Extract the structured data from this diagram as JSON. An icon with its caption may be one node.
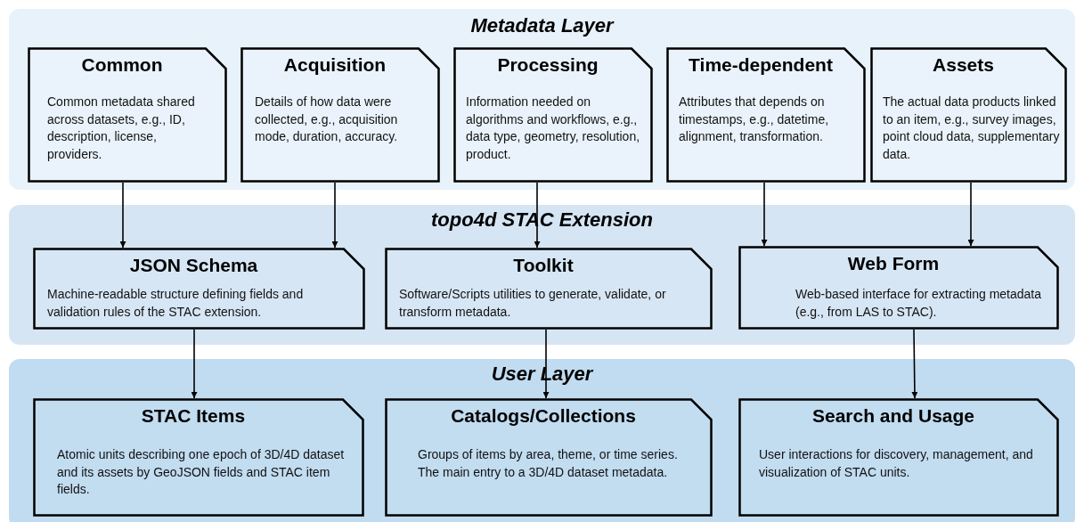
{
  "diagram": {
    "nodes": [
      {
        "text": [
          "Metadata Layer"
        ]
      },
      {
        "text": [
          "Common",
          "Common metadata shared across datasets, e.g., ID, description, license, providers."
        ],
        "in": 0
      },
      {
        "text": [
          "Acquisition",
          "Details of how data were collected, e.g., acquisition mode, duration, accuracy."
        ],
        "in": 0
      },
      {
        "text": [
          "Processing",
          "Information needed on algorithms and workflows, e.g., data type, geometry, resolution, product."
        ],
        "in": 0
      },
      {
        "text": [
          "Time-dependent",
          "Attributes that depends on timestamps, e.g., datetime, alignment, transformation."
        ],
        "in": 0
      },
      {
        "text": [
          "Assets",
          "The actual data products linked to an item, e.g., survey images, point cloud data, supplementary data."
        ],
        "in": 0
      },
      {
        "text": [
          "topo4d STAC Extension"
        ]
      },
      {
        "text": [
          "JSON Schema",
          "Machine-readable structure defining fields and validation rules of the STAC extension."
        ],
        "in": 6
      },
      {
        "text": [
          "Toolkit",
          "Software/Scripts utilities to generate, validate, or transform metadata."
        ],
        "in": 6
      },
      {
        "text": [
          "Web Form",
          "Web-based interface for extracting metadata (e.g., from LAS to STAC)."
        ],
        "in": 6
      },
      {
        "text": [
          "User Layer"
        ]
      },
      {
        "text": [
          "STAC Items",
          "Atomic units describing one epoch of 3D/4D dataset and its assets by GeoJSON fields and STAC item fields."
        ],
        "in": 10
      },
      {
        "text": [
          "Catalogs/Collections",
          "Groups of items by area, theme, or time series. The main entry to a 3D/4D dataset metadata."
        ],
        "in": 10
      },
      {
        "text": [
          "Search and Usage",
          "User interactions for discovery, management, and visualization of STAC units."
        ],
        "in": 10
      }
    ],
    "edges": [
      {
        "from": 1,
        "to": 7,
        "arrow": "to"
      },
      {
        "from": 2,
        "to": 7,
        "arrow": "to"
      },
      {
        "from": 3,
        "to": 8,
        "arrow": "to"
      },
      {
        "from": 4,
        "to": 9,
        "arrow": "to"
      },
      {
        "from": 5,
        "to": 9,
        "arrow": "to"
      },
      {
        "from": 7,
        "to": 11,
        "arrow": "to"
      },
      {
        "from": 8,
        "to": 12,
        "arrow": "to"
      },
      {
        "from": 9,
        "to": 13,
        "arrow": "to"
      }
    ]
  }
}
